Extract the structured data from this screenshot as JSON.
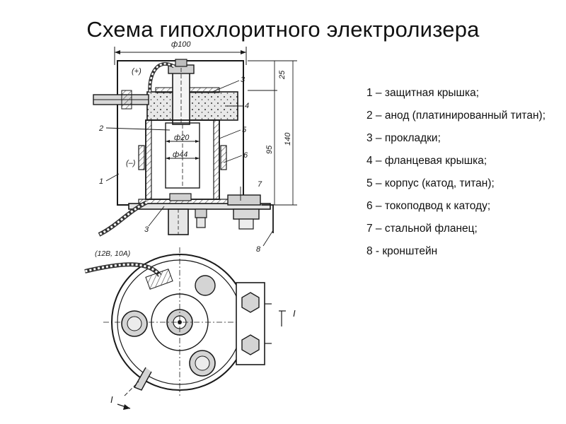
{
  "title": "Схема гипохлоритного электролизера",
  "legend": [
    "1 – защитная крышка;",
    " 2 – анод (платинированный титан);",
    "3 – прокладки;",
    "4 – фланцевая крышка;",
    "5 – корпус (катод, титан);",
    "6 – токоподвод  к катоду;",
    "7 – стальной фланец;",
    "8 - кронштейн"
  ],
  "drawing": {
    "dimensions": {
      "outer_diameter": "ф100",
      "anode_diameter": "ф20",
      "body_diameter": "ф44",
      "height_top": "25",
      "height_mid": "95",
      "height_total": "140"
    },
    "polarity": {
      "plus": "(+)",
      "minus": "(–)"
    },
    "callouts": [
      "1",
      "2",
      "3",
      "4",
      "5",
      "6",
      "7",
      "8",
      "3"
    ],
    "cable_label": "(12В, 10А)",
    "section_mark": "I"
  },
  "colors": {
    "ink": "#1a1a1a",
    "hatch": "#555555",
    "background": "#ffffff"
  }
}
